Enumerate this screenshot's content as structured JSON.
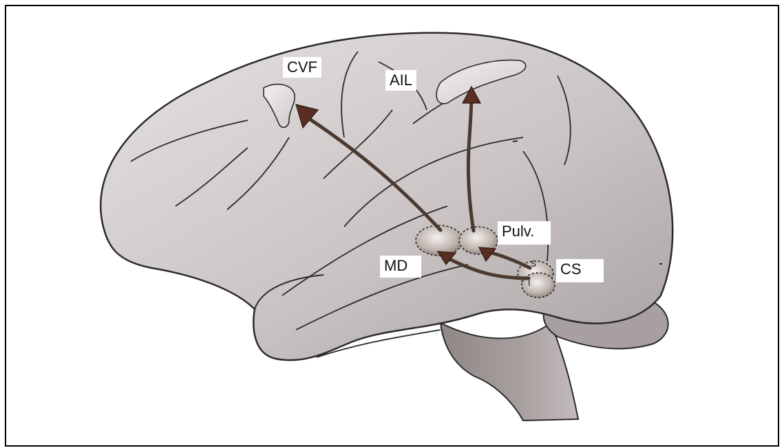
{
  "labels": {
    "cvf": "CVF",
    "ail": "AIL",
    "pulv": "Pulv.",
    "md": "MD",
    "cs": "CS",
    "cs_superior": "s",
    "cs_inferior": "i"
  },
  "colors": {
    "brain_fill": "#cfc9c9",
    "outline": "#2a2a2a",
    "arrow": "#4a3a30",
    "arrow_head": "#5a2e22",
    "background": "#ffffff",
    "frame_border": "#000000"
  }
}
